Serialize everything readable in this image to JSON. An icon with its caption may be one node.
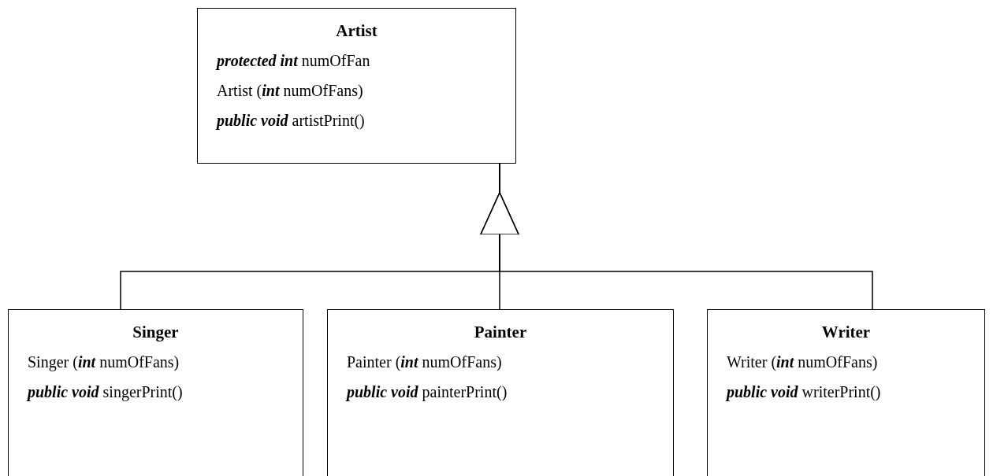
{
  "diagram": {
    "nodes": [
      {
        "text": [
          "Artist",
          "*protected int* numOfFan",
          "Artist (*int* numOfFans)",
          "*public void* artistPrint()"
        ]
      },
      {
        "text": [
          "Singer",
          "Singer (*int* numOfFans)",
          "*public void* singerPrint()"
        ]
      },
      {
        "text": [
          "Painter",
          "Painter (*int* numOfFans)",
          "*public void* painterPrint()"
        ]
      },
      {
        "text": [
          "Writer",
          "Writer (*int* numOfFans)",
          "*public void* writerPrint()"
        ]
      }
    ],
    "edges": [
      {
        "from": 1,
        "to": 0,
        "arrow": "to"
      },
      {
        "from": 2,
        "to": 0,
        "arrow": "to"
      },
      {
        "from": 3,
        "to": 0,
        "arrow": "to"
      }
    ]
  }
}
